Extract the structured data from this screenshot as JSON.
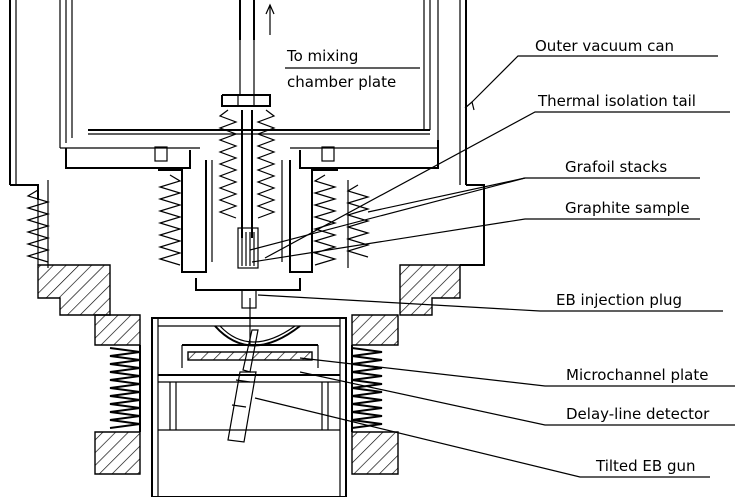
{
  "labels": {
    "mixing_line1": "To mixing",
    "mixing_line2": "chamber plate",
    "outer_vacuum_can": "Outer vacuum can",
    "thermal_isolation_tail": "Thermal isolation tail",
    "grafoil_stacks": "Grafoil stacks",
    "graphite_sample": "Graphite sample",
    "eb_injection_plug": "EB injection plug",
    "microchannel_plate": "Microchannel plate",
    "delay_line_detector": "Delay-line detector",
    "tilted_eb_gun": "Tilted EB gun"
  },
  "colors": {
    "ink": "#000000",
    "background": "#ffffff"
  }
}
